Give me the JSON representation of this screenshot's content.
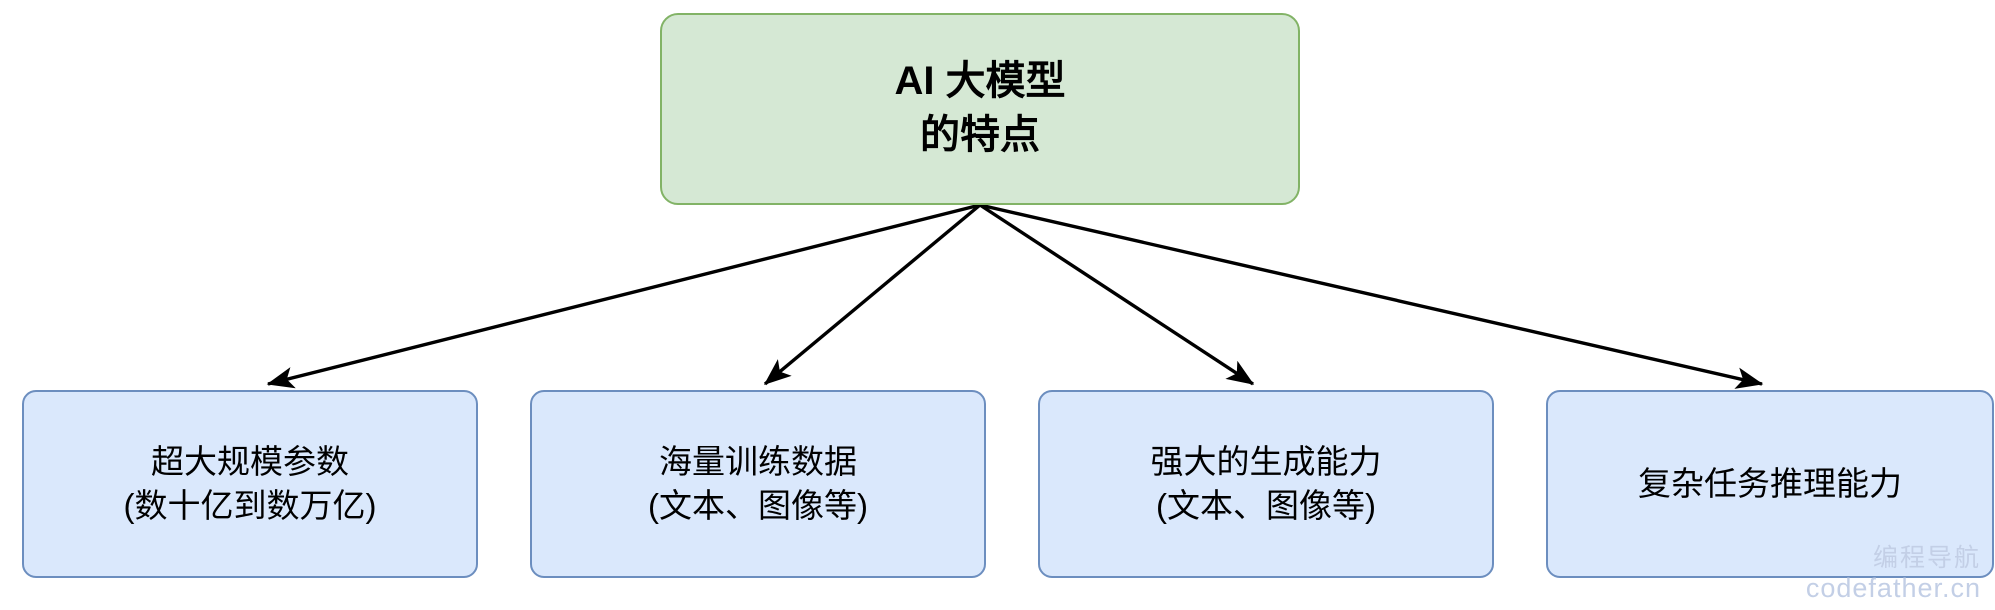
{
  "diagram": {
    "title": "AI 大模型的特点",
    "type": "tree",
    "background_color": "#ffffff",
    "root": {
      "id": "root",
      "label": "AI 大模型\n的特点",
      "fill_color": "#d5e8d4",
      "stroke_color": "#82b366",
      "text_color": "#000000"
    },
    "children": [
      {
        "id": "leaf-0",
        "label": "超大规模参数\n(数十亿到数万亿)",
        "fill_color": "#dae8fc",
        "stroke_color": "#6c8ebf",
        "text_color": "#000000"
      },
      {
        "id": "leaf-1",
        "label": "海量训练数据\n(文本、图像等)",
        "fill_color": "#dae8fc",
        "stroke_color": "#6c8ebf",
        "text_color": "#000000"
      },
      {
        "id": "leaf-2",
        "label": "强大的生成能力\n(文本、图像等)",
        "fill_color": "#dae8fc",
        "stroke_color": "#6c8ebf",
        "text_color": "#000000"
      },
      {
        "id": "leaf-3",
        "label": "复杂任务推理能力",
        "fill_color": "#dae8fc",
        "stroke_color": "#6c8ebf",
        "text_color": "#000000"
      }
    ],
    "edges": {
      "stroke_color": "#000000",
      "arrowheads": "filled-triangle",
      "origin_shared": true,
      "count": 4
    }
  },
  "watermark": {
    "line_cn": "编程导航",
    "line_en": "codefather.cn",
    "color": "#c3cfe6"
  }
}
